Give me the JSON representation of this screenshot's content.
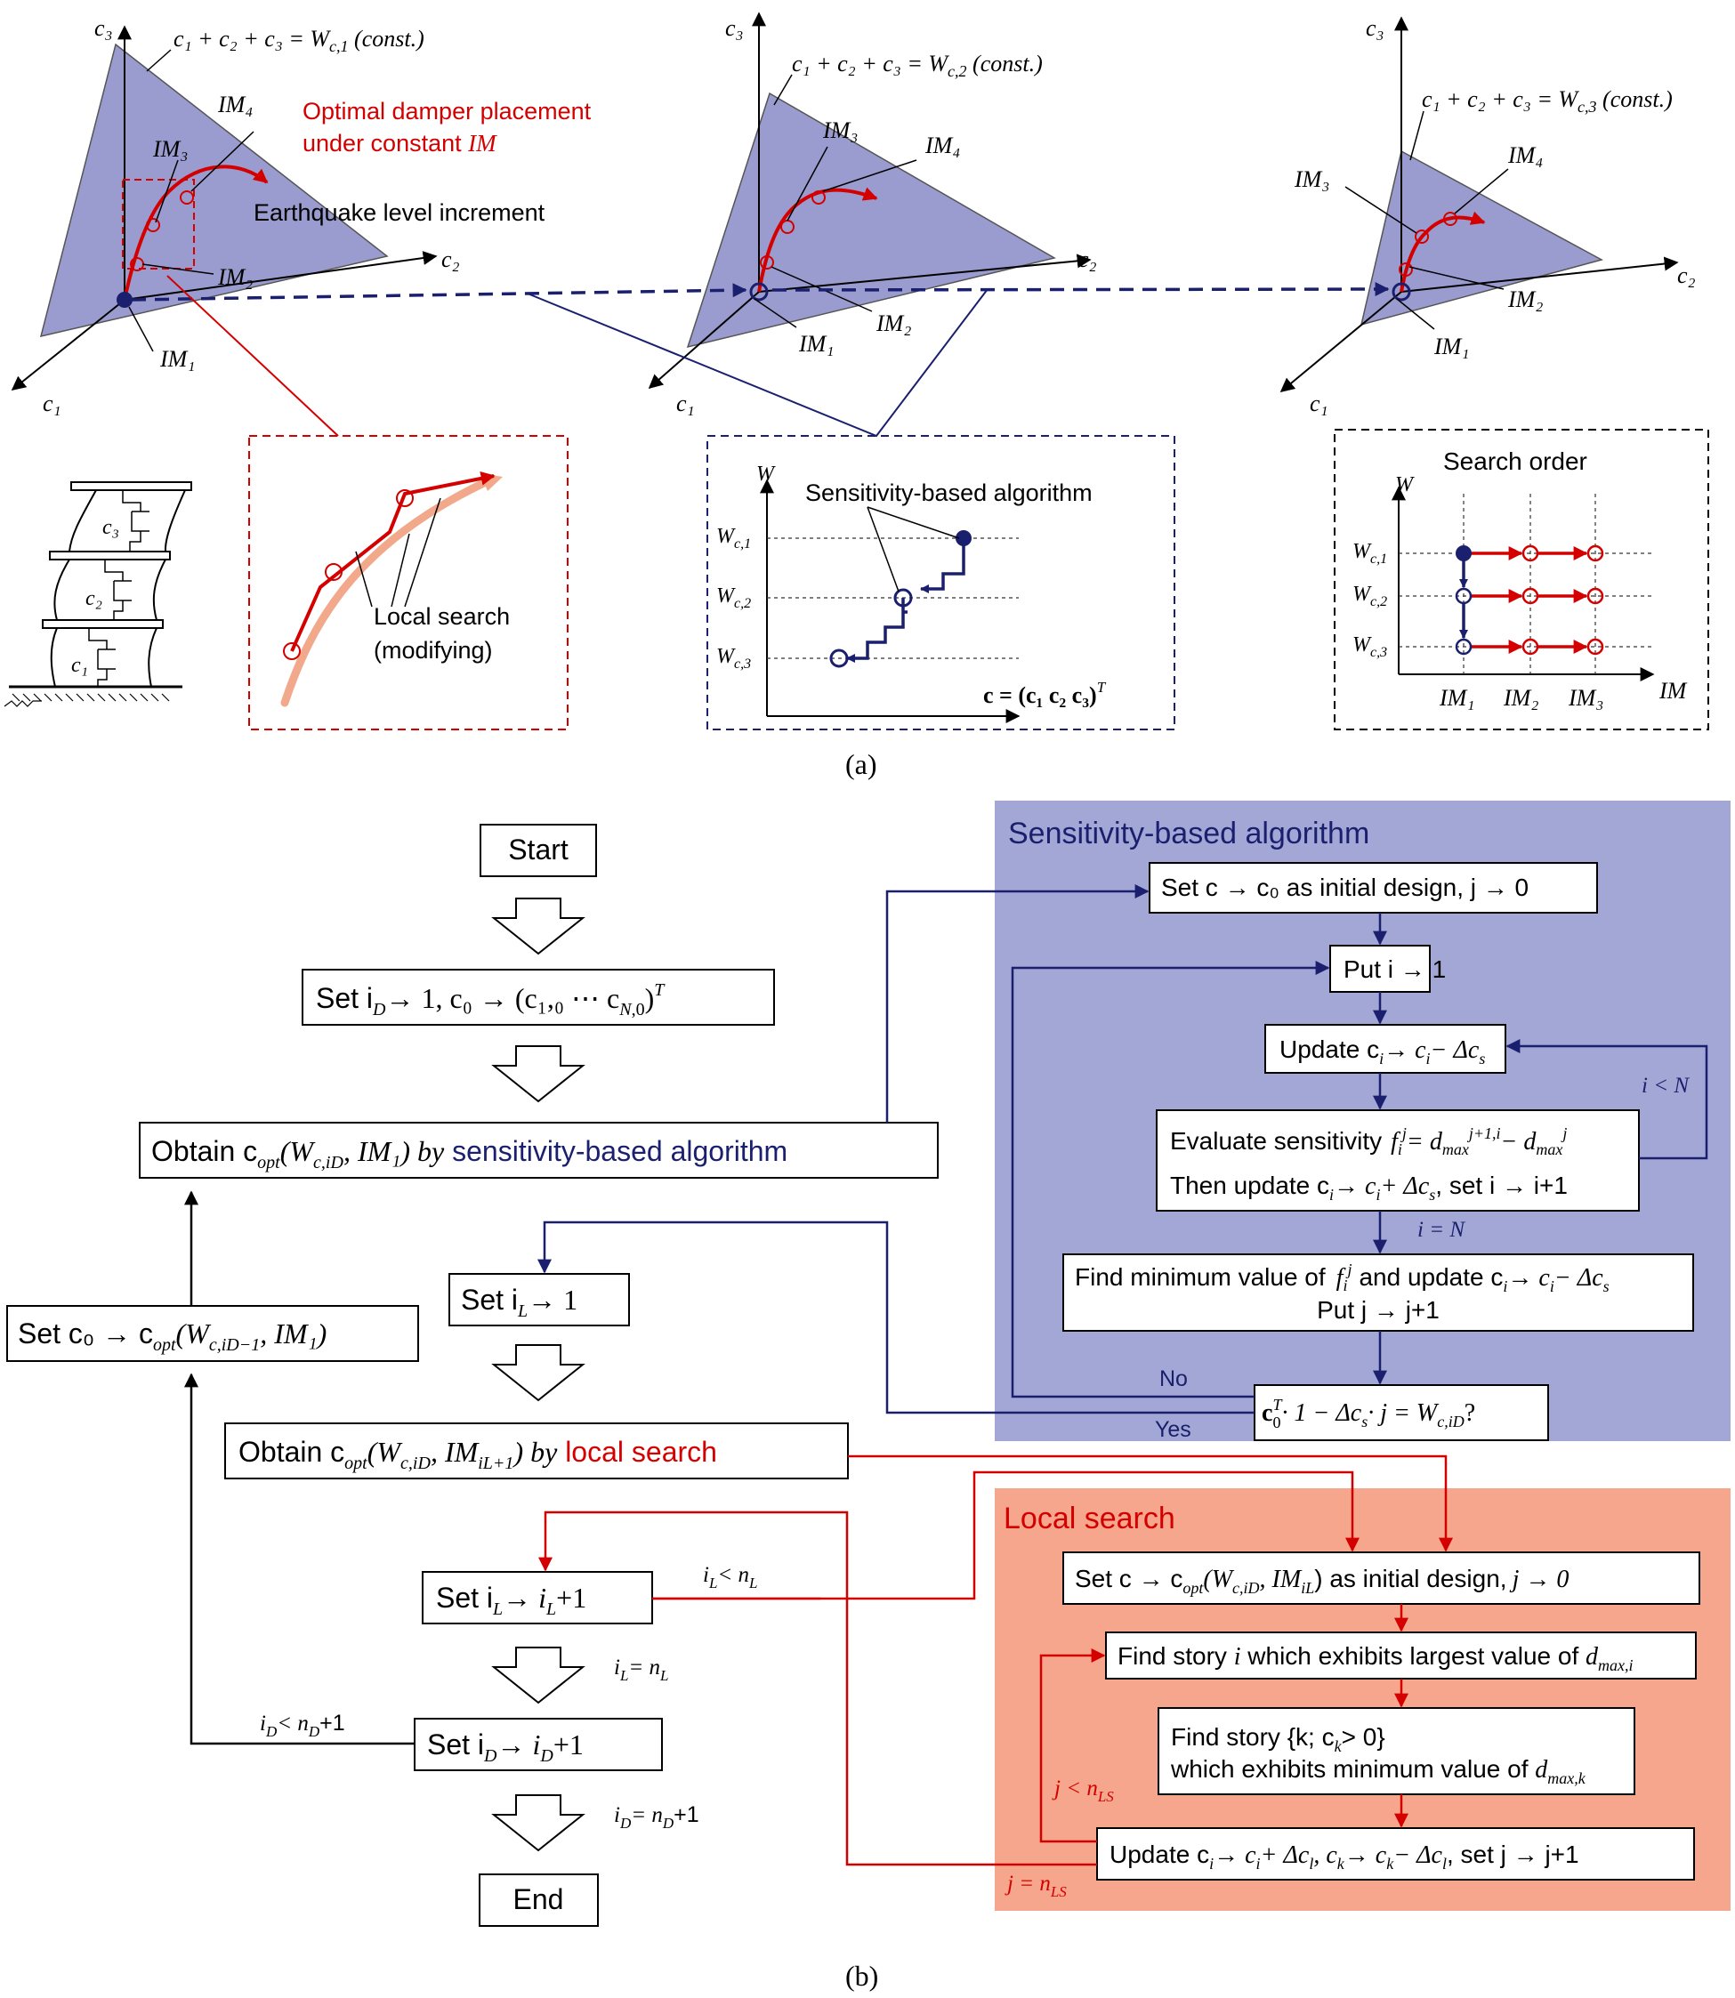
{
  "colors": {
    "plane_fill": "#9a9ccf",
    "navy": "#1a1f6e",
    "red": "#d40000",
    "salmon": "#f4a58a",
    "lavender_panel": "#a3a7d6",
    "salmon_panel": "#f5a68c",
    "pink_curve": "#f2a98b"
  },
  "panel_a": {
    "label": "(a)",
    "plots": [
      {
        "constraint": "c₁ + c₂ + c₃ = W",
        "constraint_sub": "c,1",
        "constraint_tail": "(const.)",
        "axis_c1": "c₁",
        "axis_c2": "c₂",
        "axis_c3": "c₃",
        "im1": "IM₁",
        "im2": "IM₂",
        "im3": "IM₃",
        "im4": "IM₄"
      },
      {
        "constraint": "c₁ + c₂ + c₃ = W",
        "constraint_sub": "c,2",
        "constraint_tail": "(const.)",
        "axis_c1": "c₁",
        "axis_c2": "c₂",
        "axis_c3": "c₃",
        "im1": "IM₁",
        "im2": "IM₂",
        "im3": "IM₃",
        "im4": "IM₄"
      },
      {
        "constraint": "c₁ + c₂ + c₃ = W",
        "constraint_sub": "c,3",
        "constraint_tail": "(const.)",
        "axis_c1": "c₁",
        "axis_c2": "c₂",
        "axis_c3": "c₃",
        "im1": "IM₁",
        "im2": "IM₂",
        "im3": "IM₃",
        "im4": "IM₄"
      }
    ],
    "optimal_label_1": "Optimal damper placement",
    "optimal_label_2": "under constant",
    "optimal_label_im": "IM",
    "earthquake_label": "Earthquake level increment",
    "building_labels": [
      "c₃",
      "c₂",
      "c₁"
    ],
    "local_search_label_1": "Local search",
    "local_search_label_2": "(modifying)",
    "sensitivity_box": {
      "title": "Sensitivity-based algorithm",
      "axis_w": "W",
      "w_levels": [
        "W",
        "W",
        "W"
      ],
      "w_subs": [
        "c,1",
        "c,2",
        "c,3"
      ],
      "vector_label": "c = (c₁ c₂ c₃)",
      "vector_sup": "T"
    },
    "search_order_box": {
      "title": "Search order",
      "axis_w": "W",
      "axis_im": "IM",
      "w_subs": [
        "c,1",
        "c,2",
        "c,3"
      ],
      "im_ticks": [
        "IM₁",
        "IM₂",
        "IM₃"
      ]
    }
  },
  "panel_b": {
    "label": "(b)",
    "start": "Start",
    "end": "End",
    "set_init": "Set  i",
    "set_init_rest": "→ 1, c₀ → (c₁,₀ ⋯ c",
    "obtain_sens_1": "Obtain c",
    "obtain_sens_2": "(W",
    "obtain_sens_3": ", IM₁) by",
    "obtain_sens_link": "sensitivity-based algorithm",
    "set_c0": "Set c₀ → c",
    "set_c0_rest": "(W",
    "set_c0_tail": ", IM₁)",
    "set_il": "Set  i",
    "set_il_rest": "→ 1",
    "obtain_local_1": "Obtain c",
    "obtain_local_2": "(W",
    "obtain_local_3": ", IM",
    "obtain_local_4": ") by",
    "obtain_local_link": "local search",
    "set_il_inc": "Set  i",
    "set_il_inc_rest": "→ i",
    "set_il_inc_tail": "+1",
    "set_id_inc": "Set  i",
    "set_id_inc_rest": "→ i",
    "set_id_inc_tail": "+1",
    "cond_il_lt": "i",
    "cond_il_lt_rest": "< n",
    "cond_il_eq": "i",
    "cond_il_eq_rest": "= n",
    "cond_id_lt": "i",
    "cond_id_lt_rest": "< n",
    "cond_id_lt_tail": "+1",
    "cond_id_eq": "i",
    "cond_id_eq_rest": "= n",
    "cond_id_eq_tail": "+1",
    "sens_panel": {
      "title": "Sensitivity-based algorithm",
      "s1": "Set c → c₀ as initial design, j → 0",
      "s2": "Put i → 1",
      "s3": "Update c",
      "s3_rest": "→ c",
      "s3_tail": "− Δc",
      "s4_a": "Evaluate sensitivity",
      "s4_b": "f",
      "s4_c": "= d",
      "s4_d": "− d",
      "s4_e": "Then update c",
      "s4_f": "→ c",
      "s4_g": "+ Δc",
      "s4_h": ", set i → i+1",
      "s5_a": "Find minimum value of",
      "s5_b": "f",
      "s5_c": "and update c",
      "s5_d": "→ c",
      "s5_e": "− Δc",
      "s5_f": "Put j → j+1",
      "s6": "c",
      "s6_rest": "· 1 − Δc",
      "s6_tail": "· j = W",
      "loop_label": "i < N",
      "exit_label": "i = N",
      "no": "No",
      "yes": "Yes"
    },
    "local_panel": {
      "title": "Local search",
      "l1_a": "Set c → c",
      "l1_b": "(W",
      "l1_c": ", IM",
      "l1_d": ") as initial design,",
      "l1_e": "j → 0",
      "l2_a": "Find story",
      "l2_b": "i",
      "l2_c": "which exhibits largest value of",
      "l2_d": "d",
      "l3_a": "Find story {k; c",
      "l3_b": "> 0}",
      "l3_c": "which exhibits minimum value of",
      "l3_d": "d",
      "l4_a": "Update c",
      "l4_b": "→ c",
      "l4_c": "+ Δc",
      "l4_d": ", c",
      "l4_e": "→ c",
      "l4_f": "− Δc",
      "l4_g": ", set j → j+1",
      "loop_label": "j < n",
      "exit_label": "j = n"
    }
  }
}
